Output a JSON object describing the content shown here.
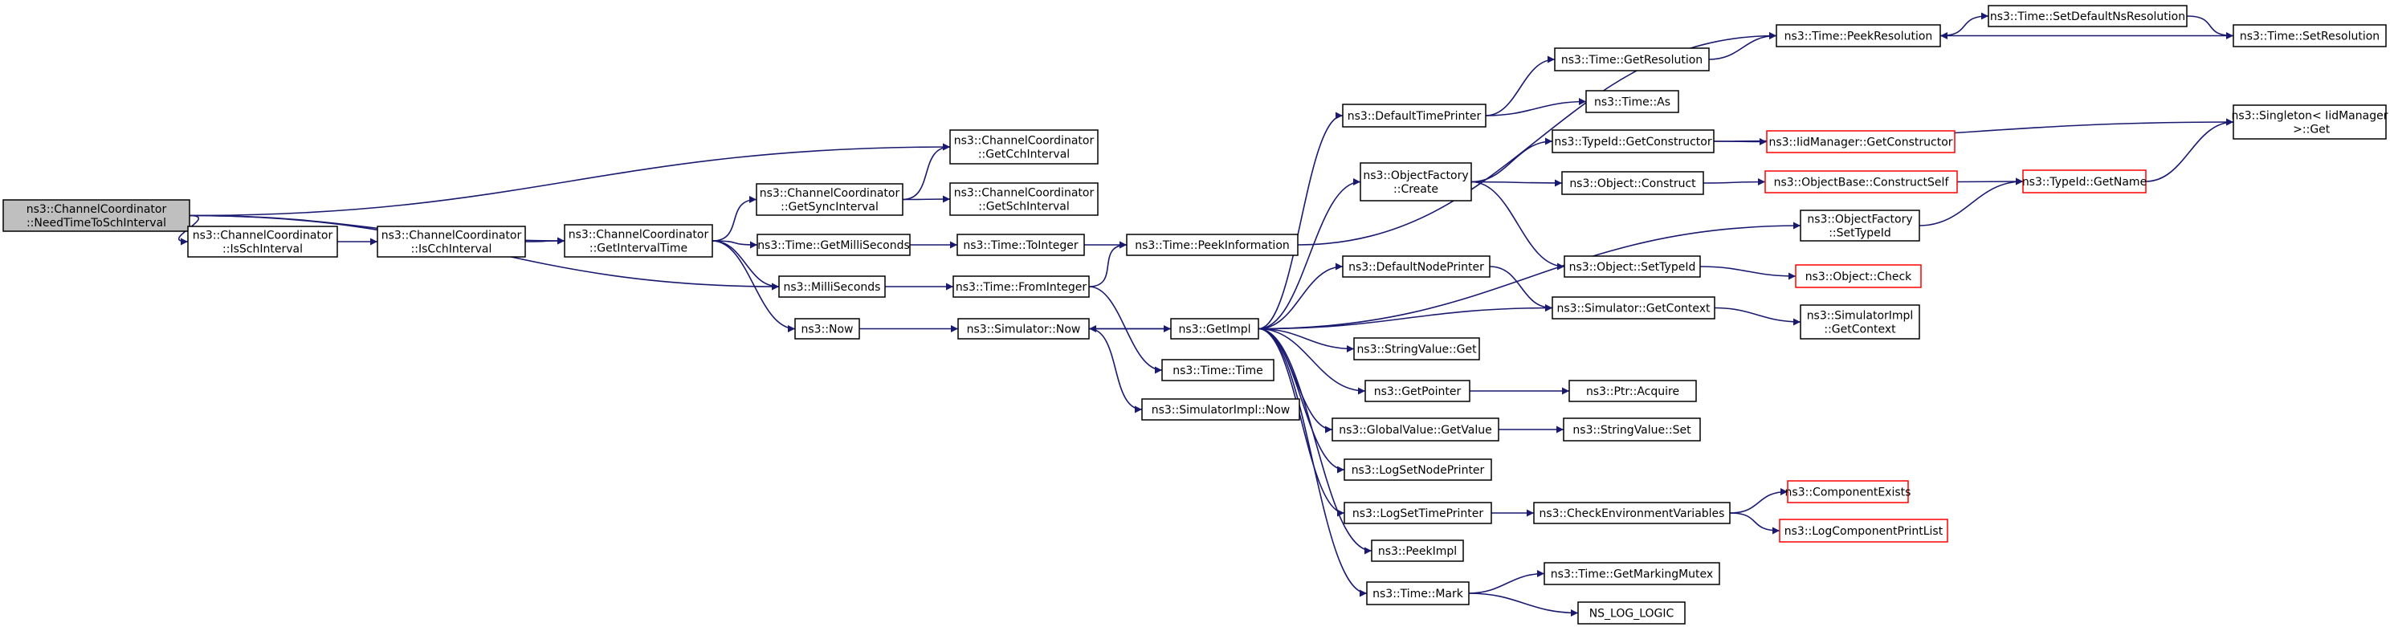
{
  "diagram": {
    "colors": {
      "edge": "#191970",
      "border_default": "#000000",
      "border_truncated": "#ff0000",
      "fill_default": "#ffffff",
      "fill_root": "#bfbfbf"
    },
    "nodes": [
      {
        "id": "n0",
        "lines": [
          "ns3::ChannelCoordinator",
          "::NeedTimeToSchInterval"
        ],
        "kind": "root"
      },
      {
        "id": "n1",
        "lines": [
          "ns3::ChannelCoordinator",
          "::IsSchInterval"
        ],
        "kind": "default"
      },
      {
        "id": "n2",
        "lines": [
          "ns3::ChannelCoordinator",
          "::IsCchInterval"
        ],
        "kind": "default"
      },
      {
        "id": "n3",
        "lines": [
          "ns3::ChannelCoordinator",
          "::GetIntervalTime"
        ],
        "kind": "default"
      },
      {
        "id": "n4",
        "lines": [
          "ns3::ChannelCoordinator",
          "::GetCchInterval"
        ],
        "kind": "default"
      },
      {
        "id": "n5",
        "lines": [
          "ns3::ChannelCoordinator",
          "::GetSyncInterval"
        ],
        "kind": "default"
      },
      {
        "id": "n6",
        "lines": [
          "ns3::ChannelCoordinator",
          "::GetSchInterval"
        ],
        "kind": "default"
      },
      {
        "id": "n7",
        "lines": [
          "ns3::Time::GetMilliSeconds"
        ],
        "kind": "default"
      },
      {
        "id": "n8",
        "lines": [
          "ns3::MilliSeconds"
        ],
        "kind": "default"
      },
      {
        "id": "n9",
        "lines": [
          "ns3::Now"
        ],
        "kind": "default"
      },
      {
        "id": "n10",
        "lines": [
          "ns3::Time::ToInteger"
        ],
        "kind": "default"
      },
      {
        "id": "n11",
        "lines": [
          "ns3::Time::FromInteger"
        ],
        "kind": "default"
      },
      {
        "id": "n12",
        "lines": [
          "ns3::Simulator::Now"
        ],
        "kind": "default"
      },
      {
        "id": "n13",
        "lines": [
          "ns3::Time::PeekInformation"
        ],
        "kind": "default"
      },
      {
        "id": "n14",
        "lines": [
          "ns3::Time::Time"
        ],
        "kind": "default"
      },
      {
        "id": "n15",
        "lines": [
          "ns3::SimulatorImpl::Now"
        ],
        "kind": "default"
      },
      {
        "id": "n16",
        "lines": [
          "ns3::GetImpl"
        ],
        "kind": "default"
      },
      {
        "id": "n17",
        "lines": [
          "ns3::DefaultTimePrinter"
        ],
        "kind": "default"
      },
      {
        "id": "n18",
        "lines": [
          "ns3::ObjectFactory",
          "::Create"
        ],
        "kind": "default"
      },
      {
        "id": "n19",
        "lines": [
          "ns3::DefaultNodePrinter"
        ],
        "kind": "default"
      },
      {
        "id": "n20",
        "lines": [
          "ns3::StringValue::Get"
        ],
        "kind": "default"
      },
      {
        "id": "n21",
        "lines": [
          "ns3::GetPointer"
        ],
        "kind": "default"
      },
      {
        "id": "n22",
        "lines": [
          "ns3::GlobalValue::GetValue"
        ],
        "kind": "default"
      },
      {
        "id": "n23",
        "lines": [
          "ns3::LogSetNodePrinter"
        ],
        "kind": "default"
      },
      {
        "id": "n24",
        "lines": [
          "ns3::LogSetTimePrinter"
        ],
        "kind": "default"
      },
      {
        "id": "n25",
        "lines": [
          "ns3::PeekImpl"
        ],
        "kind": "default"
      },
      {
        "id": "n26",
        "lines": [
          "ns3::Time::Mark"
        ],
        "kind": "default"
      },
      {
        "id": "n27",
        "lines": [
          "ns3::Time::GetResolution"
        ],
        "kind": "default"
      },
      {
        "id": "n28",
        "lines": [
          "ns3::Time::As"
        ],
        "kind": "default"
      },
      {
        "id": "n29",
        "lines": [
          "ns3::TypeId::GetConstructor"
        ],
        "kind": "default"
      },
      {
        "id": "n30",
        "lines": [
          "ns3::Object::Construct"
        ],
        "kind": "default"
      },
      {
        "id": "n31",
        "lines": [
          "ns3::Object::SetTypeId"
        ],
        "kind": "default"
      },
      {
        "id": "n32",
        "lines": [
          "ns3::Simulator::GetContext"
        ],
        "kind": "default"
      },
      {
        "id": "n33",
        "lines": [
          "ns3::Ptr::Acquire"
        ],
        "kind": "default"
      },
      {
        "id": "n34",
        "lines": [
          "ns3::StringValue::Set"
        ],
        "kind": "default"
      },
      {
        "id": "n35",
        "lines": [
          "ns3::CheckEnvironmentVariables"
        ],
        "kind": "default"
      },
      {
        "id": "n36",
        "lines": [
          "ns3::Time::GetMarkingMutex"
        ],
        "kind": "default"
      },
      {
        "id": "n37",
        "lines": [
          "NS_LOG_LOGIC"
        ],
        "kind": "default"
      },
      {
        "id": "n38",
        "lines": [
          "ns3::Time::PeekResolution"
        ],
        "kind": "default"
      },
      {
        "id": "n39",
        "lines": [
          "ns3::IidManager::GetConstructor"
        ],
        "kind": "truncated"
      },
      {
        "id": "n40",
        "lines": [
          "ns3::ObjectBase::ConstructSelf"
        ],
        "kind": "truncated"
      },
      {
        "id": "n41",
        "lines": [
          "ns3::ObjectFactory",
          "::SetTypeId"
        ],
        "kind": "default"
      },
      {
        "id": "n42",
        "lines": [
          "ns3::Object::Check"
        ],
        "kind": "truncated"
      },
      {
        "id": "n43",
        "lines": [
          "ns3::SimulatorImpl",
          "::GetContext"
        ],
        "kind": "default"
      },
      {
        "id": "n44",
        "lines": [
          "ns3::ComponentExists"
        ],
        "kind": "truncated"
      },
      {
        "id": "n45",
        "lines": [
          "ns3::LogComponentPrintList"
        ],
        "kind": "truncated"
      },
      {
        "id": "n46",
        "lines": [
          "ns3::Time::SetDefaultNsResolution"
        ],
        "kind": "default"
      },
      {
        "id": "n47",
        "lines": [
          "ns3::Time::SetResolution"
        ],
        "kind": "default"
      },
      {
        "id": "n48",
        "lines": [
          "ns3::TypeId::GetName"
        ],
        "kind": "truncated"
      },
      {
        "id": "n49",
        "lines": [
          "ns3::Singleton< IidManager",
          " >::Get"
        ],
        "kind": "default"
      }
    ],
    "edges": [
      [
        "n0",
        "n1"
      ],
      [
        "n0",
        "n3"
      ],
      [
        "n0",
        "n4"
      ],
      [
        "n0",
        "n8"
      ],
      [
        "n1",
        "n2"
      ],
      [
        "n2",
        "n3"
      ],
      [
        "n3",
        "n5"
      ],
      [
        "n3",
        "n7"
      ],
      [
        "n3",
        "n8"
      ],
      [
        "n3",
        "n9"
      ],
      [
        "n5",
        "n4"
      ],
      [
        "n5",
        "n6"
      ],
      [
        "n7",
        "n10"
      ],
      [
        "n10",
        "n13"
      ],
      [
        "n8",
        "n11"
      ],
      [
        "n11",
        "n13"
      ],
      [
        "n11",
        "n14"
      ],
      [
        "n9",
        "n12"
      ],
      [
        "n12",
        "n16"
      ],
      [
        "n12",
        "n15"
      ],
      [
        "n13",
        "n38"
      ],
      [
        "n16",
        "n12"
      ],
      [
        "n16",
        "n17"
      ],
      [
        "n16",
        "n18"
      ],
      [
        "n16",
        "n19"
      ],
      [
        "n16",
        "n20"
      ],
      [
        "n16",
        "n21"
      ],
      [
        "n16",
        "n22"
      ],
      [
        "n16",
        "n23"
      ],
      [
        "n16",
        "n24"
      ],
      [
        "n16",
        "n25"
      ],
      [
        "n16",
        "n26"
      ],
      [
        "n16",
        "n41"
      ],
      [
        "n16",
        "n32"
      ],
      [
        "n17",
        "n27"
      ],
      [
        "n17",
        "n28"
      ],
      [
        "n27",
        "n38"
      ],
      [
        "n18",
        "n29"
      ],
      [
        "n18",
        "n30"
      ],
      [
        "n18",
        "n31"
      ],
      [
        "n29",
        "n39"
      ],
      [
        "n29",
        "n49"
      ],
      [
        "n30",
        "n40"
      ],
      [
        "n40",
        "n48"
      ],
      [
        "n31",
        "n42"
      ],
      [
        "n41",
        "n48"
      ],
      [
        "n48",
        "n49"
      ],
      [
        "n19",
        "n32"
      ],
      [
        "n32",
        "n43"
      ],
      [
        "n21",
        "n33"
      ],
      [
        "n22",
        "n34"
      ],
      [
        "n24",
        "n35"
      ],
      [
        "n35",
        "n44"
      ],
      [
        "n35",
        "n45"
      ],
      [
        "n26",
        "n36"
      ],
      [
        "n26",
        "n37"
      ],
      [
        "n38",
        "n46"
      ],
      [
        "n46",
        "n47"
      ],
      [
        "n47",
        "n38"
      ]
    ]
  }
}
